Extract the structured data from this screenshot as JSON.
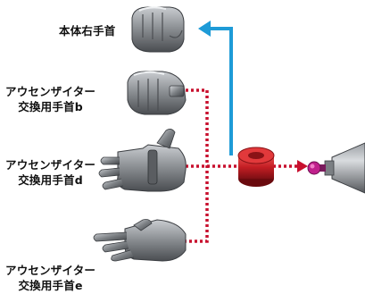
{
  "labels": {
    "main_right_hand": "本体右手首",
    "hand_b_line1": "アウセンザイター",
    "hand_b_line2": "交換用手首b",
    "hand_d_line1": "アウセンザイター",
    "hand_d_line2": "交換用手首d",
    "hand_e_line1": "アウセンザイター",
    "hand_e_line2": "交換用手首e"
  },
  "colors": {
    "arrow_blue": "#1e9bd7",
    "dotted_red": "#c8102e",
    "joint_red": "#c41e24",
    "ball_magenta": "#c0208c",
    "metal_gray": "#8e9296"
  },
  "icons": [
    "fist-hand-icon",
    "closed-hand-b-icon",
    "open-hand-d-icon",
    "pointing-hand-e-icon",
    "red-joint-icon",
    "arm-peg-icon"
  ]
}
